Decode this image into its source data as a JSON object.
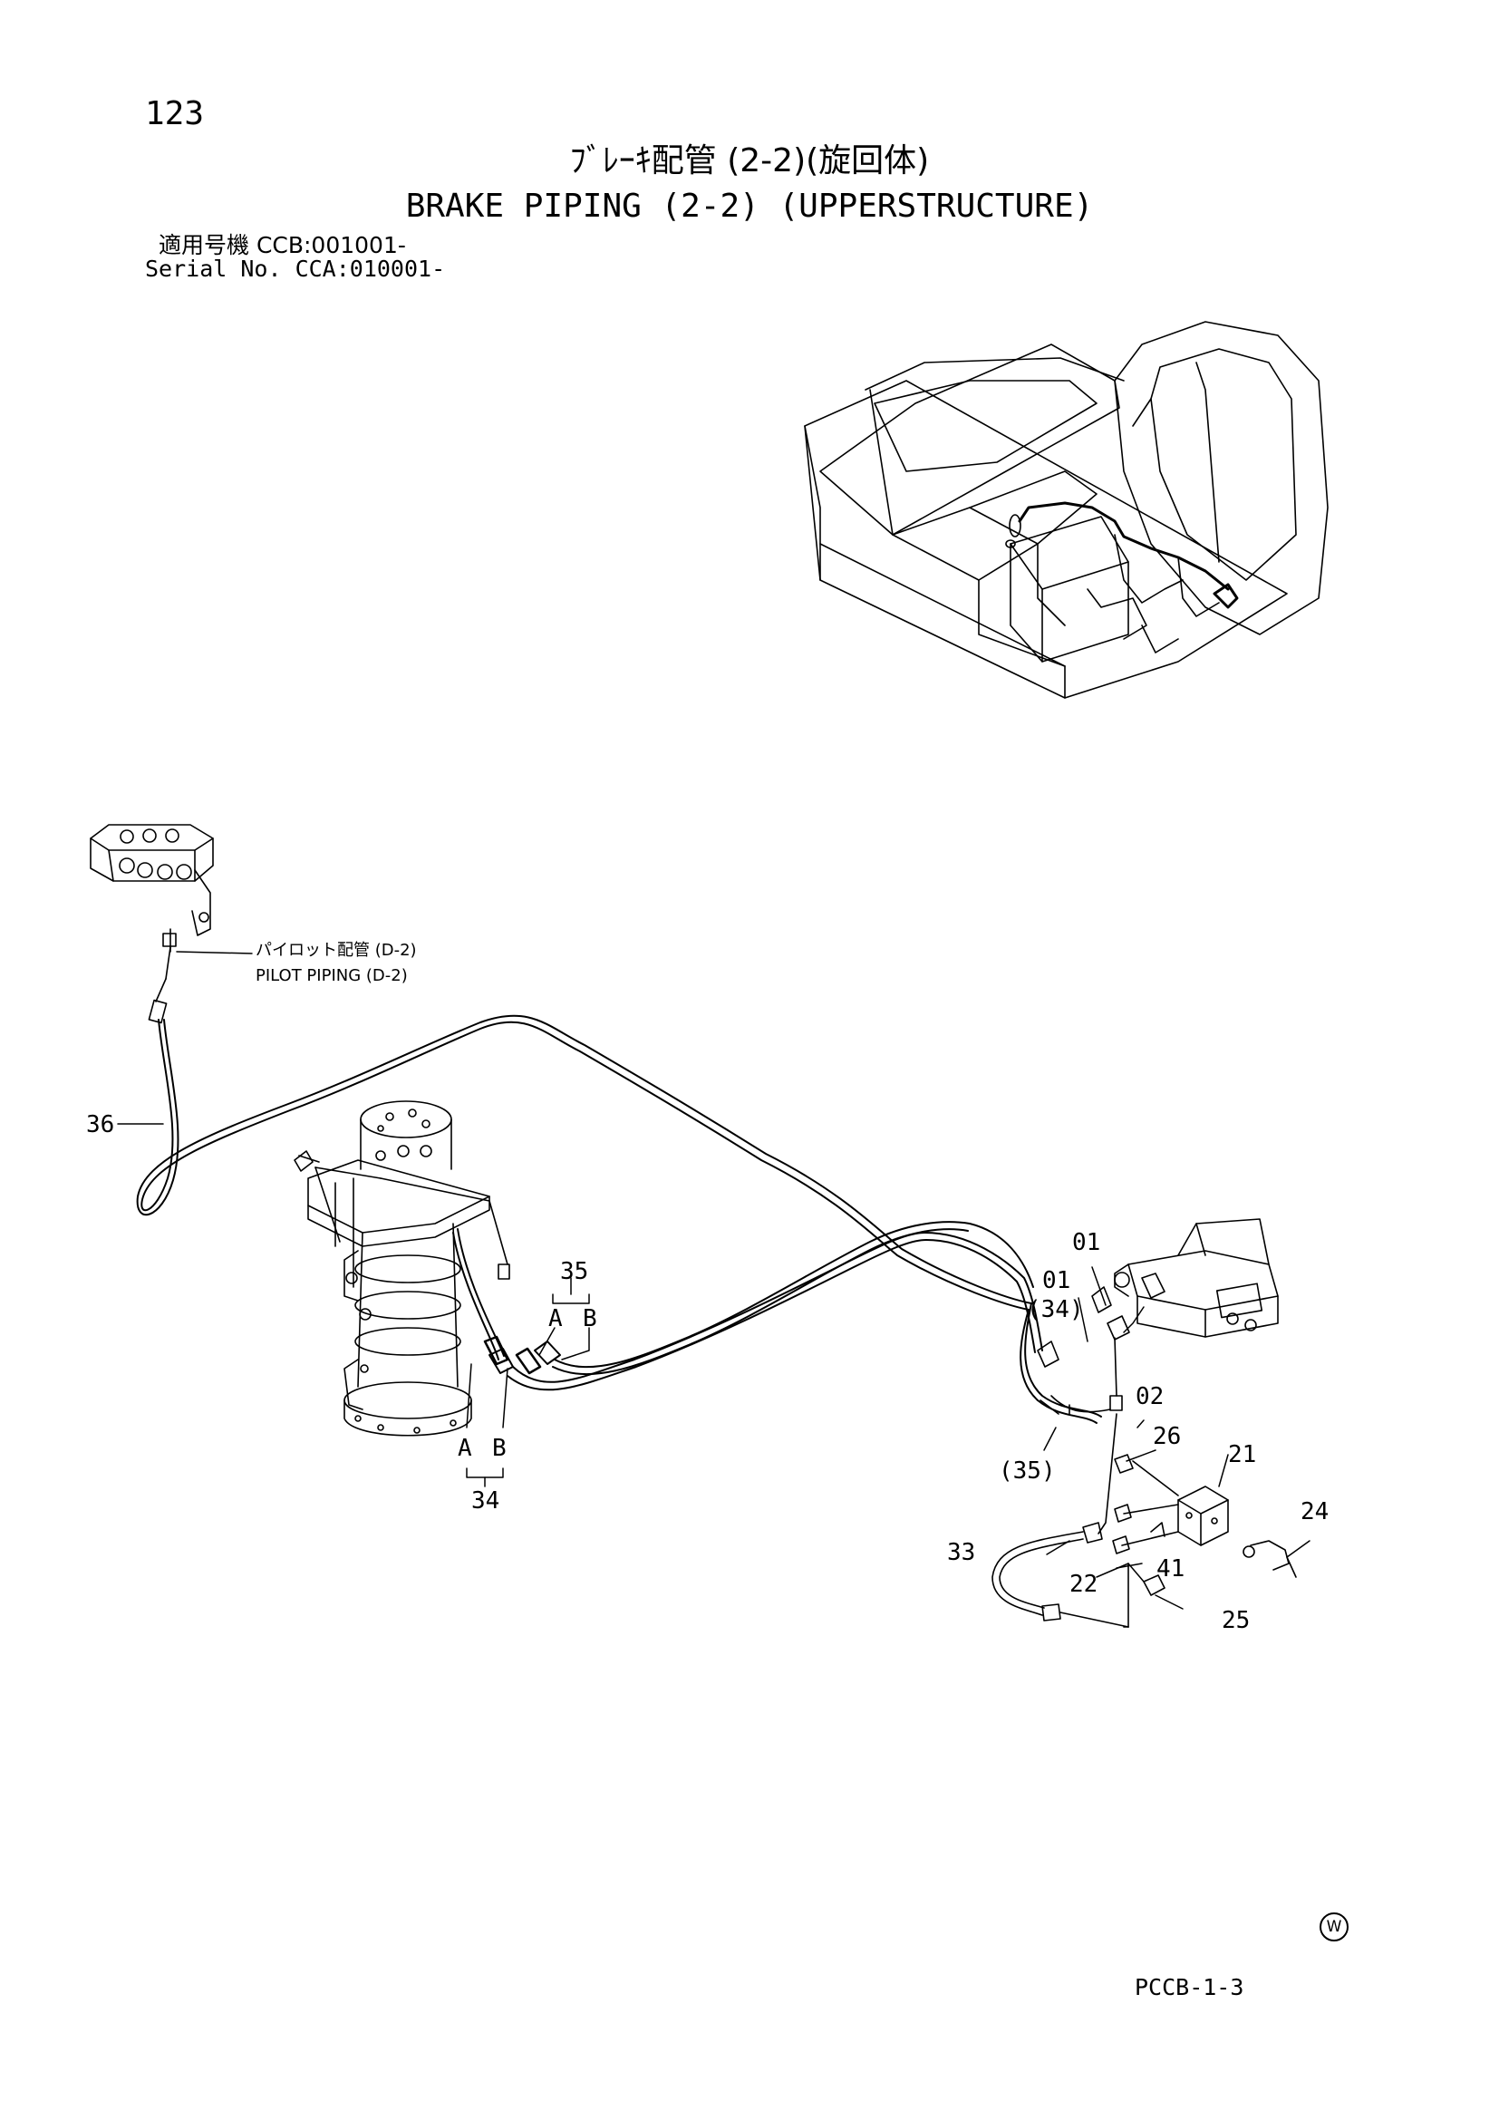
{
  "header": {
    "page_number": "123",
    "title_jp": "ﾌﾞﾚｰｷ配管 (2-2)(旋回体)",
    "title_en": "BRAKE PIPING (2-2) (UPPERSTRUCTURE)",
    "serial_jp": "適用号機  CCB:001001-",
    "serial_en": "Serial No. CCA:010001-"
  },
  "callouts": {
    "pilot_jp": "パイロット配管 (D-2)",
    "pilot_en": "PILOT PIPING (D-2)"
  },
  "labels": {
    "p36": "36",
    "p35": "35",
    "p35_a": "A",
    "p35_b": "B",
    "p34_a": "A",
    "p34_b": "B",
    "p34": "34",
    "p01a": "01",
    "p01b": "01",
    "p34r": "(34)",
    "p02": "02",
    "p26": "26",
    "p21": "21",
    "p35r": "(35)",
    "p24": "24",
    "p33": "33",
    "p22": "22",
    "p41": "41",
    "p25": "25"
  },
  "footer": {
    "code": "PCCB-1-3",
    "mark": "W"
  }
}
